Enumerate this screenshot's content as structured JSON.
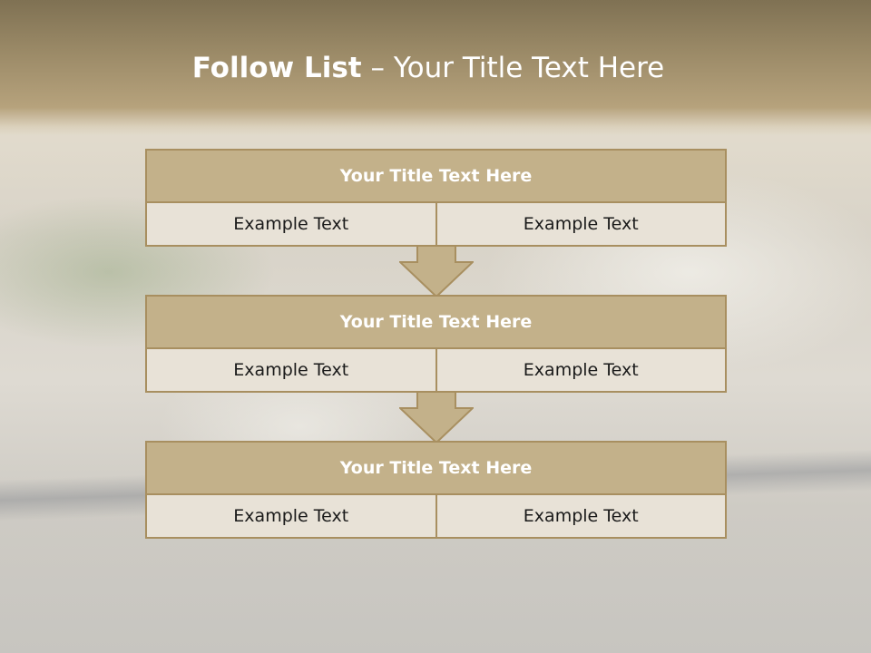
{
  "slide": {
    "title_bold": "Follow List",
    "title_rest": "– Your Title Text Here"
  },
  "steps": [
    {
      "title": "Your Title Text Here",
      "left": "Example Text",
      "right": "Example Text"
    },
    {
      "title": "Your Title Text Here",
      "left": "Example Text",
      "right": "Example Text"
    },
    {
      "title": "Your Title Text Here",
      "left": "Example Text",
      "right": "Example Text"
    }
  ],
  "colors": {
    "header_band": "#9c8b68",
    "box_fill": "#c3b18a",
    "box_border": "#a88f60",
    "cell_fill": "#e8e2d7"
  }
}
